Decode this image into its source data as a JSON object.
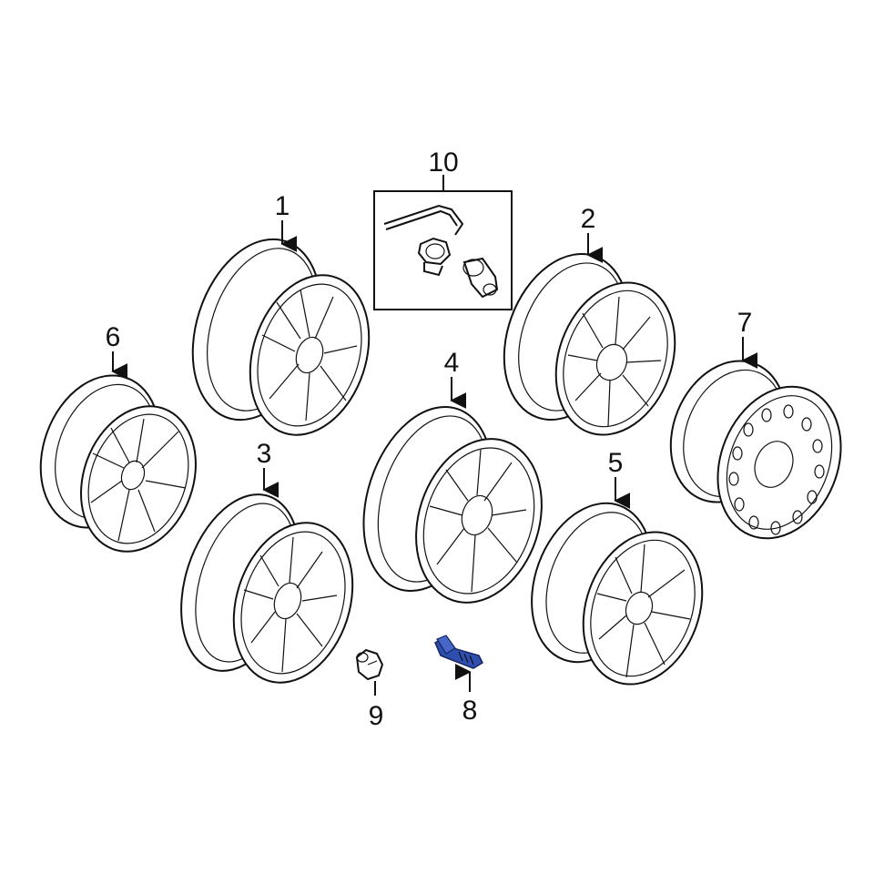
{
  "diagram": {
    "callouts": {
      "p1": "1",
      "p2": "2",
      "p3": "3",
      "p4": "4",
      "p5": "5",
      "p6": "6",
      "p7": "7",
      "p8": "8",
      "p9": "9",
      "p10": "10"
    },
    "highlight_color": "#2f4fb0",
    "line_color": "#111111"
  }
}
